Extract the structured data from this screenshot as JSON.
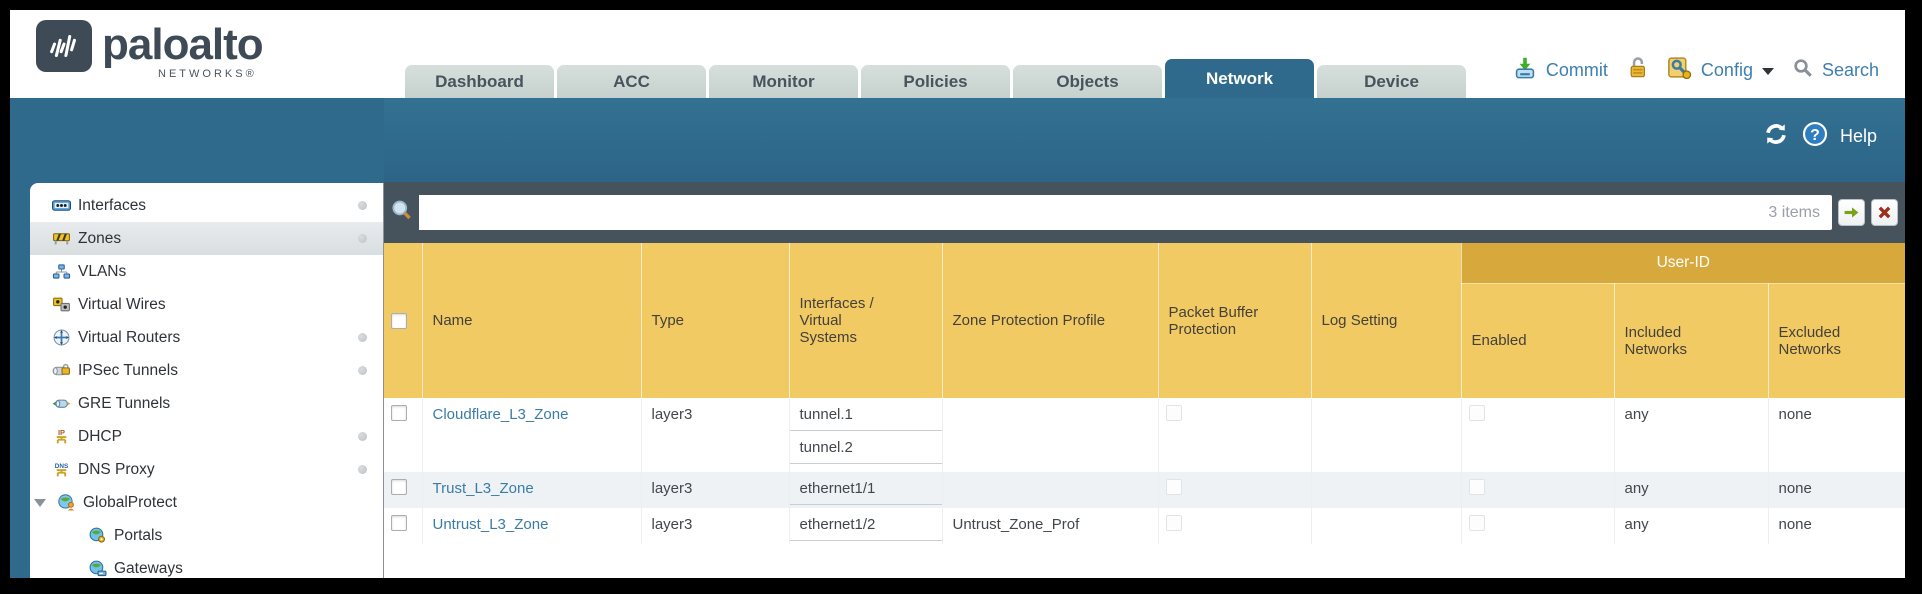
{
  "brand": {
    "name": "paloalto",
    "sub": "NETWORKS®"
  },
  "nav": {
    "tabs": [
      {
        "label": "Dashboard"
      },
      {
        "label": "ACC"
      },
      {
        "label": "Monitor"
      },
      {
        "label": "Policies"
      },
      {
        "label": "Objects"
      },
      {
        "label": "Network"
      },
      {
        "label": "Device"
      }
    ],
    "active_tab": "Network"
  },
  "utilities": {
    "commit_label": "Commit",
    "config_label": "Config",
    "search_label": "Search"
  },
  "band": {
    "help_label": "Help"
  },
  "search": {
    "items_count": "3 items",
    "value": ""
  },
  "sidebar": {
    "items": [
      {
        "label": "Interfaces",
        "icon": "interfaces-icon",
        "has_dot": true,
        "selected": false
      },
      {
        "label": "Zones",
        "icon": "zones-icon",
        "has_dot": true,
        "selected": true
      },
      {
        "label": "VLANs",
        "icon": "vlans-icon",
        "has_dot": false,
        "selected": false
      },
      {
        "label": "Virtual Wires",
        "icon": "virtual-wires-icon",
        "has_dot": false,
        "selected": false
      },
      {
        "label": "Virtual Routers",
        "icon": "virtual-routers-icon",
        "has_dot": true,
        "selected": false
      },
      {
        "label": "IPSec Tunnels",
        "icon": "ipsec-tunnels-icon",
        "has_dot": true,
        "selected": false
      },
      {
        "label": "GRE Tunnels",
        "icon": "gre-tunnels-icon",
        "has_dot": false,
        "selected": false
      },
      {
        "label": "DHCP",
        "icon": "dhcp-icon",
        "has_dot": true,
        "selected": false
      },
      {
        "label": "DNS Proxy",
        "icon": "dns-proxy-icon",
        "has_dot": true,
        "selected": false
      },
      {
        "label": "GlobalProtect",
        "icon": "globalprotect-icon",
        "has_dot": false,
        "selected": false,
        "expanded": true
      },
      {
        "label": "Portals",
        "icon": "portals-icon",
        "has_dot": false,
        "selected": false,
        "child": true
      },
      {
        "label": "Gateways",
        "icon": "gateways-icon",
        "has_dot": false,
        "selected": false,
        "child": true
      }
    ]
  },
  "table": {
    "group_header": "User-ID",
    "columns": [
      "Name",
      "Type",
      "Interfaces / Virtual Systems",
      "Zone Protection Profile",
      "Packet Buffer Protection",
      "Log Setting",
      "Enabled",
      "Included Networks",
      "Excluded Networks"
    ],
    "rows": [
      {
        "name": "Cloudflare_L3_Zone",
        "type": "layer3",
        "interfaces": [
          "tunnel.1",
          "tunnel.2"
        ],
        "zone_protection_profile": "",
        "packet_buffer_protection": false,
        "log_setting": "",
        "enabled": false,
        "included_networks": "any",
        "excluded_networks": "none"
      },
      {
        "name": "Trust_L3_Zone",
        "type": "layer3",
        "interfaces": [
          "ethernet1/1"
        ],
        "zone_protection_profile": "",
        "packet_buffer_protection": false,
        "log_setting": "",
        "enabled": false,
        "included_networks": "any",
        "excluded_networks": "none"
      },
      {
        "name": "Untrust_L3_Zone",
        "type": "layer3",
        "interfaces": [
          "ethernet1/2"
        ],
        "zone_protection_profile": "Untrust_Zone_Prof",
        "packet_buffer_protection": false,
        "log_setting": "",
        "enabled": false,
        "included_networks": "any",
        "excluded_networks": "none"
      }
    ]
  },
  "colors": {
    "accent_teal": "#2f6a8c",
    "header_amber": "#f1ca64",
    "userid_amber": "#d7a83c",
    "link_blue": "#3a7ca6",
    "slate": "#46525c"
  }
}
